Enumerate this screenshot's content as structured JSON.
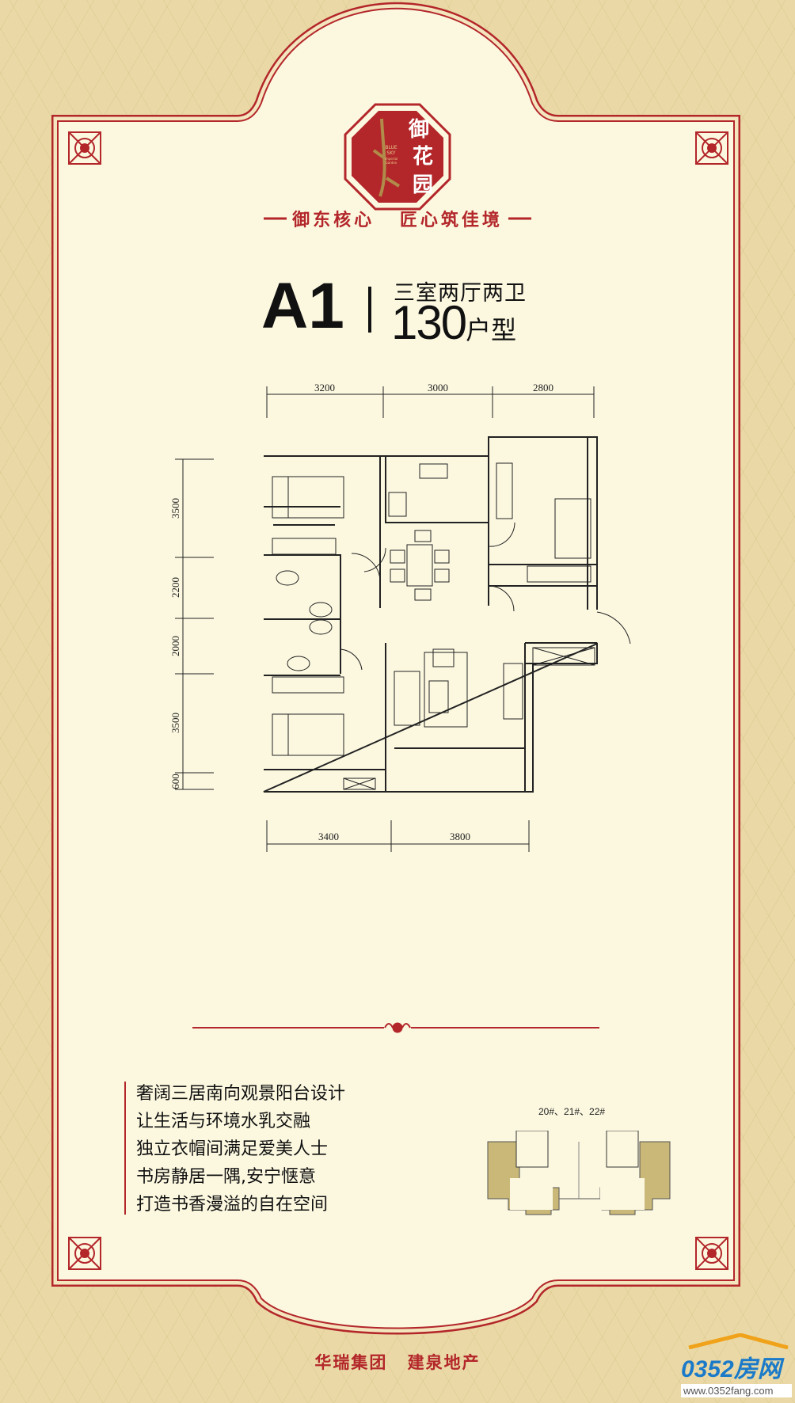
{
  "logo": {
    "name_cn": "御花园",
    "name_en": "BLUE SKY Imperial Garden"
  },
  "slogan": [
    "御东核心",
    "匠心筑佳境"
  ],
  "unit": {
    "code": "A1",
    "layout": "三室两厅两卫",
    "area": "130",
    "area_suffix": "户型"
  },
  "floorplan": {
    "top_dims": [
      "3200",
      "3000",
      "2800"
    ],
    "left_dims": [
      "3500",
      "2200",
      "2000",
      "3500",
      "600"
    ],
    "bottom_dims": [
      "3400",
      "3800"
    ]
  },
  "description": [
    "奢阔三居南向观景阳台设计",
    "让生活与环境水乳交融",
    "独立衣帽间满足爱美人士",
    "书房静居一隅,安宁惬意",
    "打造书香漫溢的自在空间"
  ],
  "key_plan": {
    "buildings": "20#、21#、22#"
  },
  "footer": [
    "华瑞集团",
    "建泉地产"
  ],
  "watermark": {
    "name": "0352房网",
    "url": "www.0352fang.com"
  },
  "colors": {
    "accent": "#b3262a",
    "panel": "#fcf8e0",
    "background": "#ead9a6",
    "keyplan": "#c9b877"
  }
}
